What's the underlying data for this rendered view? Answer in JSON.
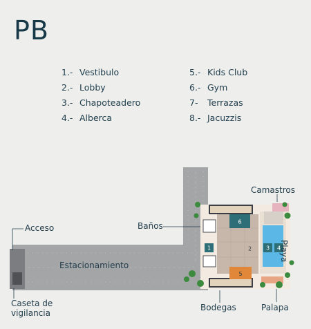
{
  "title": "PB",
  "legend": {
    "left": [
      {
        "num": "1.-",
        "label": "Vestibulo"
      },
      {
        "num": "2.-",
        "label": "Lobby"
      },
      {
        "num": "3.-",
        "label": "Chapoteadero"
      },
      {
        "num": "4.-",
        "label": "Alberca"
      }
    ],
    "right": [
      {
        "num": "5.-",
        "label": "Kids Club"
      },
      {
        "num": "6.-",
        "label": "Gym"
      },
      {
        "num": "7-",
        "label": "Terrazas"
      },
      {
        "num": "8.-",
        "label": "Jacuzzis"
      }
    ]
  },
  "labels": {
    "acceso": "Acceso",
    "estacionamiento": "Estacionamiento",
    "caseta_line1": "Caseta de",
    "caseta_line2": "vigilancia",
    "banos": "Baños",
    "camastros": "Camastros",
    "playa": "Playa",
    "bodegas": "Bodegas",
    "palapa": "Palapa"
  },
  "markers": [
    "1",
    "2",
    "3",
    "4",
    "5",
    "6"
  ],
  "colors": {
    "background": "#eeeeec",
    "text": "#1f3b49",
    "parking": "#a3a5a7",
    "pool": "#5bb8e6",
    "teal_marker": "#2e6e76",
    "kids_club": "#e0873a",
    "palapa": "#e7a584",
    "camastros": "#e6b4bf",
    "lobby_floor": "#c7b6aa",
    "palm": "#3c8a3e"
  }
}
